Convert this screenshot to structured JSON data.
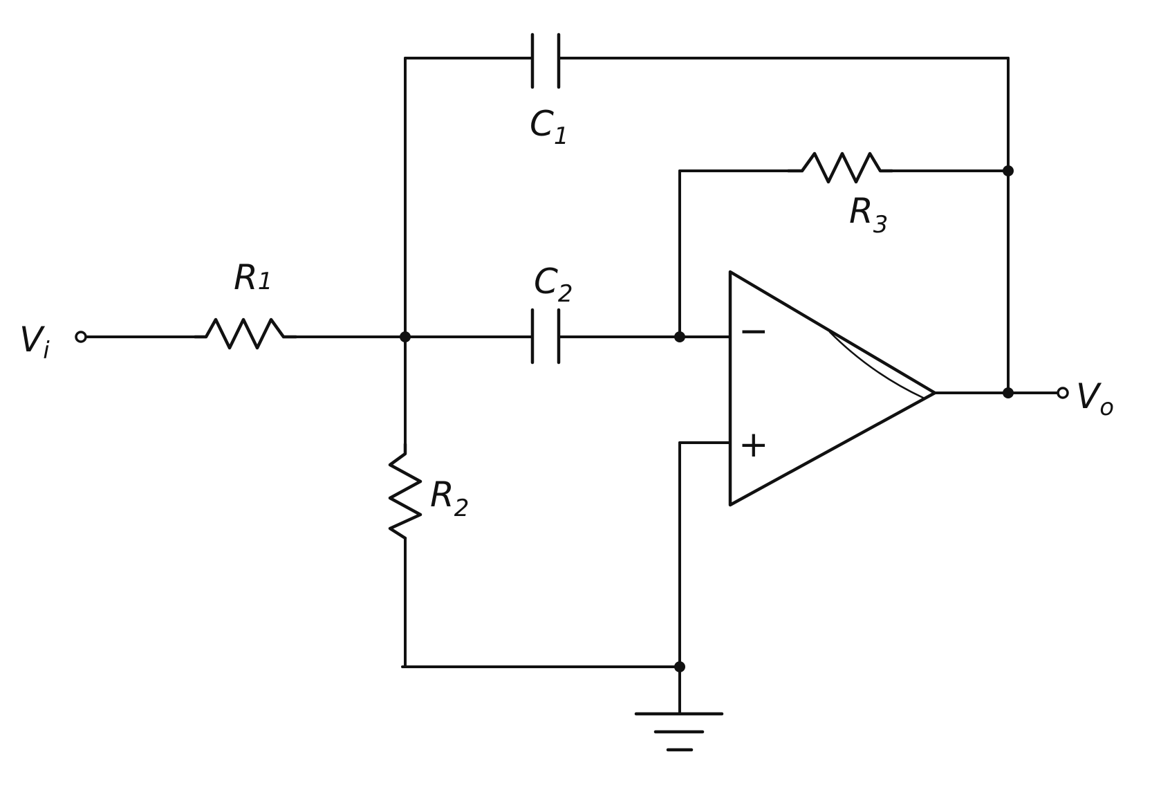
{
  "labels": {
    "input_main": "V",
    "input_sub": "i",
    "output_main": "V",
    "output_sub": "o",
    "r1_main": "R",
    "r1_sub": "1",
    "r2_main": "R",
    "r2_sub": "2",
    "r3_main": "R",
    "r3_sub": "3",
    "c1_main": "C",
    "c1_sub": "1",
    "c2_main": "C",
    "c2_sub": "2",
    "inverting_sign": "−",
    "noninverting_sign": "+"
  }
}
